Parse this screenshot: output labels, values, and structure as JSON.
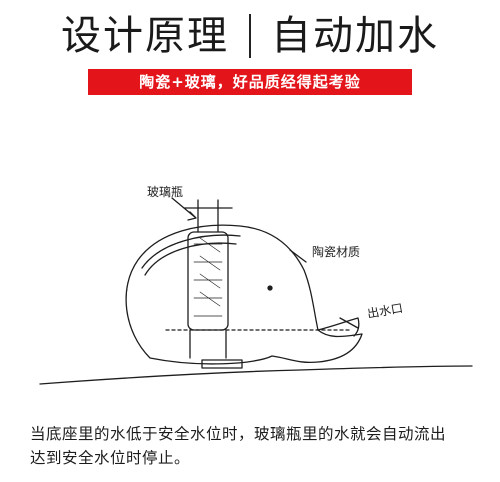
{
  "header": {
    "title_left": "设计原理",
    "title_right": "自动加水"
  },
  "banner": {
    "text": "陶瓷+玻璃，好品质经得起考验"
  },
  "sketch": {
    "label_glass_bottle": "玻璃瓶",
    "label_ceramic": "陶瓷材质",
    "label_outlet": "出水口"
  },
  "caption": {
    "line1": "当底座里的水低于安全水位时，玻璃瓶里的水就会自动流出",
    "line2": "达到安全水位时停止。"
  }
}
